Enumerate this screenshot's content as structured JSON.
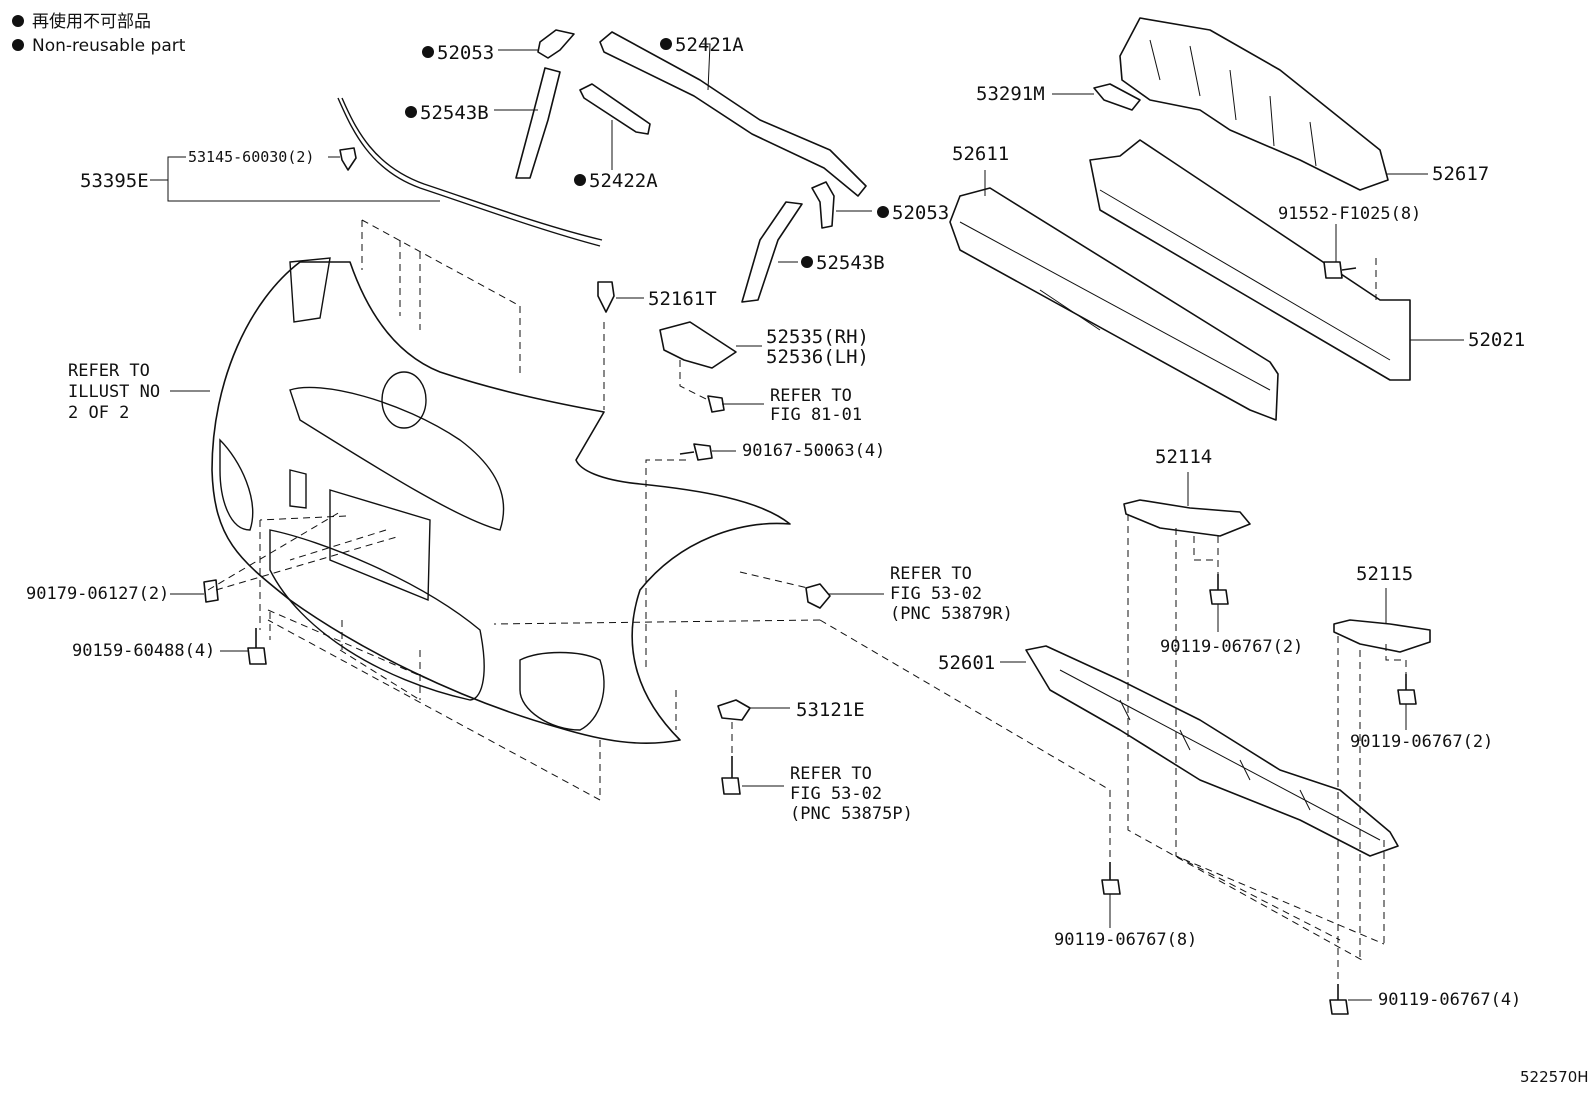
{
  "legend": {
    "japanese": "再使用不可部品",
    "english": "Non-reusable part"
  },
  "labels": {
    "p52053_top": "52053",
    "p52421A": "52421A",
    "p52543B_top": "52543B",
    "p52422A": "52422A",
    "p53145": "53145-60030(2)",
    "p53395E": "53395E",
    "p52053_mid": "52053",
    "p52543B_mid": "52543B",
    "p52161T": "52161T",
    "p52535": "52535(RH)",
    "p52536": "52536(LH)",
    "ref81_line1": "REFER TO",
    "ref81_line2": "FIG 81-01",
    "p90167": "90167-50063(4)",
    "refillust_line1": "REFER TO",
    "refillust_line2": "ILLUST NO",
    "refillust_line3": "2 OF 2",
    "p90179": "90179-06127(2)",
    "p90159": "90159-60488(4)",
    "ref53879_line1": "REFER TO",
    "ref53879_line2": "FIG 53-02",
    "ref53879_line3": "(PNC 53879R)",
    "p53121E": "53121E",
    "ref53875_line1": "REFER TO",
    "ref53875_line2": "FIG 53-02",
    "ref53875_line3": "(PNC 53875P)",
    "p53291M": "53291M",
    "p52611": "52611",
    "p52617": "52617",
    "p91552": "91552-F1025(8)",
    "p52021": "52021",
    "p52114": "52114",
    "p90119_a": "90119-06767(2)",
    "p52115": "52115",
    "p90119_b": "90119-06767(2)",
    "p52601": "52601",
    "p90119_c": "90119-06767(8)",
    "p90119_d": "90119-06767(4)"
  },
  "illustration_id": "522570H"
}
